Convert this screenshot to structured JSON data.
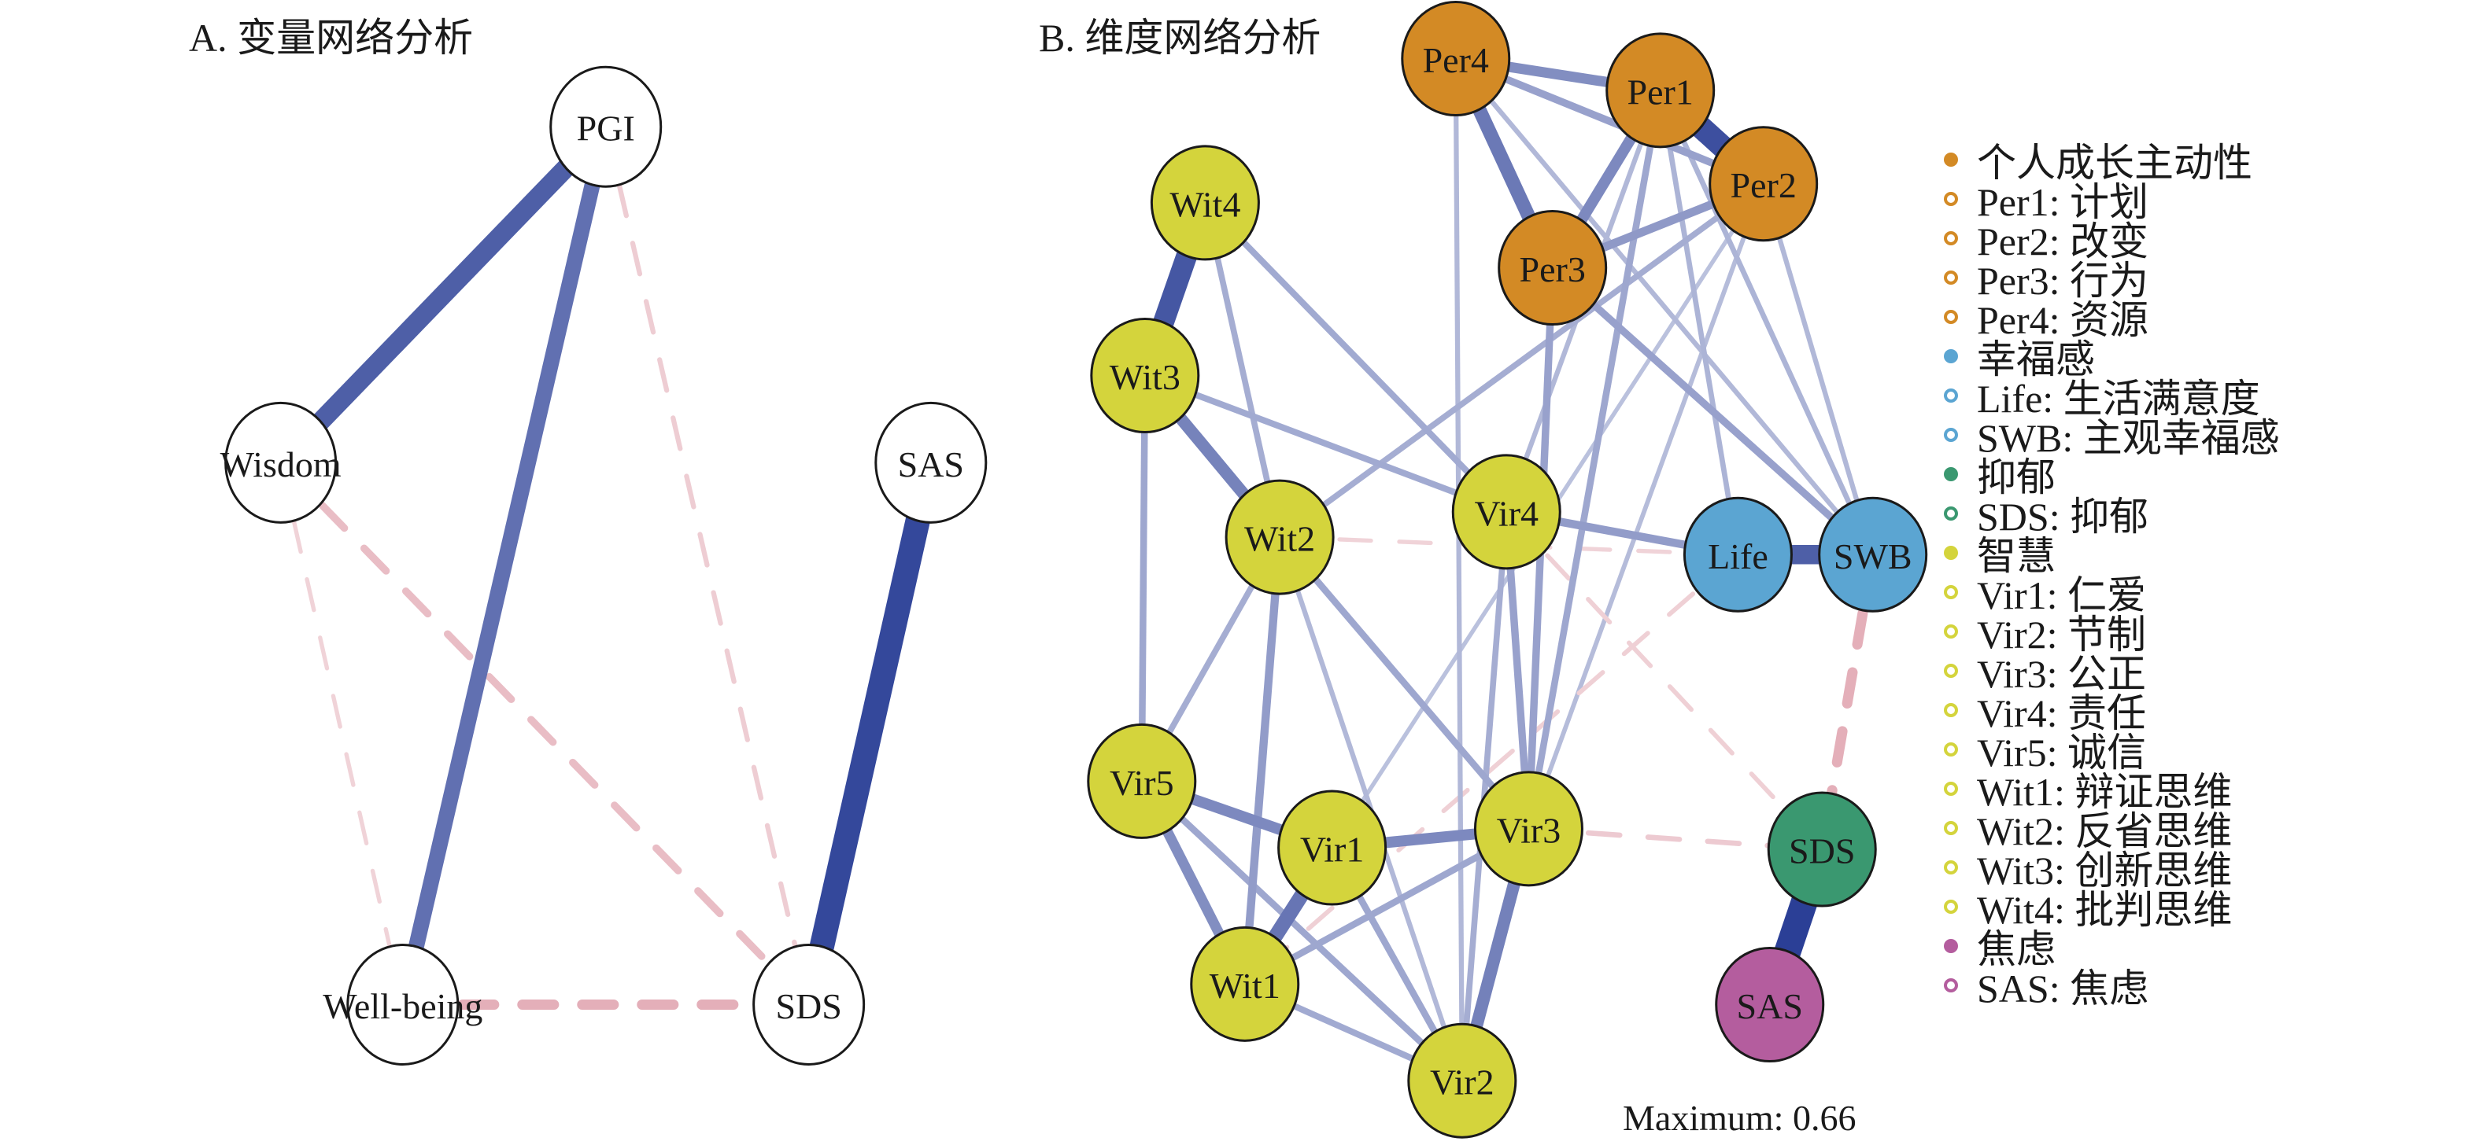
{
  "panels": {
    "a_title": "A. 变量网络分析",
    "b_title": "B. 维度网络分析"
  },
  "max_label": "Maximum: 0.66",
  "colors": {
    "positive_edge": "#2B3F96",
    "negative_edge": "#D27788",
    "node_outline": "#1a1a1a",
    "panel_a_node_fill": "#ffffff",
    "group_personal_growth": "#D38A25",
    "group_wellbeing": "#5BA5D2",
    "group_depression": "#3A9870",
    "group_wisdom": "#D4D43C",
    "group_anxiety": "#B45D9E"
  },
  "legend": [
    {
      "label": "个人成长主动性",
      "color": "#D38A25",
      "style": "filled"
    },
    {
      "label": "Per1: 计划",
      "color": "#D38A25",
      "style": "hollow"
    },
    {
      "label": "Per2: 改变",
      "color": "#D38A25",
      "style": "hollow"
    },
    {
      "label": "Per3: 行为",
      "color": "#D38A25",
      "style": "hollow"
    },
    {
      "label": "Per4: 资源",
      "color": "#D38A25",
      "style": "hollow"
    },
    {
      "label": "幸福感",
      "color": "#5BA5D2",
      "style": "filled"
    },
    {
      "label": "Life: 生活满意度",
      "color": "#5BA5D2",
      "style": "hollow"
    },
    {
      "label": "SWB: 主观幸福感",
      "color": "#5BA5D2",
      "style": "hollow"
    },
    {
      "label": "抑郁",
      "color": "#3A9870",
      "style": "filled"
    },
    {
      "label": "SDS: 抑郁",
      "color": "#3A9870",
      "style": "hollow"
    },
    {
      "label": "智慧",
      "color": "#D4D43C",
      "style": "filled"
    },
    {
      "label": "Vir1: 仁爱",
      "color": "#D4D43C",
      "style": "hollow"
    },
    {
      "label": "Vir2: 节制",
      "color": "#D4D43C",
      "style": "hollow"
    },
    {
      "label": "Vir3: 公正",
      "color": "#D4D43C",
      "style": "hollow"
    },
    {
      "label": "Vir4: 责任",
      "color": "#D4D43C",
      "style": "hollow"
    },
    {
      "label": "Vir5: 诚信",
      "color": "#D4D43C",
      "style": "hollow"
    },
    {
      "label": "Wit1: 辩证思维",
      "color": "#D4D43C",
      "style": "hollow"
    },
    {
      "label": "Wit2: 反省思维",
      "color": "#D4D43C",
      "style": "hollow"
    },
    {
      "label": "Wit3: 创新思维",
      "color": "#D4D43C",
      "style": "hollow"
    },
    {
      "label": "Wit4: 批判思维",
      "color": "#D4D43C",
      "style": "hollow"
    },
    {
      "label": "焦虑",
      "color": "#B45D9E",
      "style": "filled"
    },
    {
      "label": "SAS: 焦虑",
      "color": "#B45D9E",
      "style": "hollow"
    }
  ],
  "chart_data": [
    {
      "type": "network",
      "title": "A. 变量网络分析",
      "max_weight": 0.66,
      "nodes": [
        {
          "id": "PGI",
          "label": "PGI",
          "group": "none"
        },
        {
          "id": "Wisdom",
          "label": "Wisdom",
          "group": "none"
        },
        {
          "id": "SAS",
          "label": "SAS",
          "group": "none"
        },
        {
          "id": "Well-being",
          "label": "Well-being",
          "group": "none"
        },
        {
          "id": "SDS",
          "label": "SDS",
          "group": "none"
        }
      ],
      "edges": [
        {
          "from": "PGI",
          "to": "Wisdom",
          "weight": 0.45
        },
        {
          "from": "PGI",
          "to": "Well-being",
          "weight": 0.35
        },
        {
          "from": "PGI",
          "to": "SDS",
          "weight": -0.05
        },
        {
          "from": "Wisdom",
          "to": "Well-being",
          "weight": -0.03
        },
        {
          "from": "Wisdom",
          "to": "SDS",
          "weight": -0.12
        },
        {
          "from": "SAS",
          "to": "SDS",
          "weight": 0.6
        },
        {
          "from": "Well-being",
          "to": "SDS",
          "weight": -0.2
        }
      ]
    },
    {
      "type": "network",
      "title": "B. 维度网络分析",
      "max_weight": 0.66,
      "nodes": [
        {
          "id": "Per1",
          "label": "Per1",
          "group": "personal_growth"
        },
        {
          "id": "Per2",
          "label": "Per2",
          "group": "personal_growth"
        },
        {
          "id": "Per3",
          "label": "Per3",
          "group": "personal_growth"
        },
        {
          "id": "Per4",
          "label": "Per4",
          "group": "personal_growth"
        },
        {
          "id": "Life",
          "label": "Life",
          "group": "wellbeing"
        },
        {
          "id": "SWB",
          "label": "SWB",
          "group": "wellbeing"
        },
        {
          "id": "SDS",
          "label": "SDS",
          "group": "depression"
        },
        {
          "id": "Vir1",
          "label": "Vir1",
          "group": "wisdom"
        },
        {
          "id": "Vir2",
          "label": "Vir2",
          "group": "wisdom"
        },
        {
          "id": "Vir3",
          "label": "Vir3",
          "group": "wisdom"
        },
        {
          "id": "Vir4",
          "label": "Vir4",
          "group": "wisdom"
        },
        {
          "id": "Vir5",
          "label": "Vir5",
          "group": "wisdom"
        },
        {
          "id": "Wit1",
          "label": "Wit1",
          "group": "wisdom"
        },
        {
          "id": "Wit2",
          "label": "Wit2",
          "group": "wisdom"
        },
        {
          "id": "Wit3",
          "label": "Wit3",
          "group": "wisdom"
        },
        {
          "id": "Wit4",
          "label": "Wit4",
          "group": "wisdom"
        },
        {
          "id": "SAS",
          "label": "SAS",
          "group": "anxiety"
        }
      ],
      "edges": [
        {
          "from": "Per1",
          "to": "Per2",
          "weight": 0.55
        },
        {
          "from": "Per4",
          "to": "Per1",
          "weight": 0.2
        },
        {
          "from": "Per4",
          "to": "Per2",
          "weight": 0.12
        },
        {
          "from": "Per4",
          "to": "Per3",
          "weight": 0.3
        },
        {
          "from": "Per1",
          "to": "Per3",
          "weight": 0.22
        },
        {
          "from": "Per2",
          "to": "Per3",
          "weight": 0.15
        },
        {
          "from": "Per4",
          "to": "Vir2",
          "weight": 0.05
        },
        {
          "from": "Per4",
          "to": "SWB",
          "weight": 0.05
        },
        {
          "from": "Per1",
          "to": "Vir3",
          "weight": 0.1
        },
        {
          "from": "Per1",
          "to": "Life",
          "weight": 0.06
        },
        {
          "from": "Per1",
          "to": "SWB",
          "weight": 0.06
        },
        {
          "from": "Per1",
          "to": "Vir4",
          "weight": 0.05
        },
        {
          "from": "Per2",
          "to": "SWB",
          "weight": 0.05
        },
        {
          "from": "Per2",
          "to": "Wit2",
          "weight": 0.08
        },
        {
          "from": "Per2",
          "to": "Vir3",
          "weight": 0.04
        },
        {
          "from": "Per3",
          "to": "SWB",
          "weight": 0.12
        },
        {
          "from": "Per3",
          "to": "Vir3",
          "weight": 0.12
        },
        {
          "from": "Wit4",
          "to": "Wit3",
          "weight": 0.5
        },
        {
          "from": "Wit4",
          "to": "Wit2",
          "weight": 0.08
        },
        {
          "from": "Wit4",
          "to": "Vir4",
          "weight": 0.09
        },
        {
          "from": "Wit3",
          "to": "Wit2",
          "weight": 0.25
        },
        {
          "from": "Wit3",
          "to": "Vir4",
          "weight": 0.09
        },
        {
          "from": "Wit3",
          "to": "Vir5",
          "weight": 0.1
        },
        {
          "from": "Wit2",
          "to": "Wit1",
          "weight": 0.14
        },
        {
          "from": "Wit2",
          "to": "Vir5",
          "weight": 0.08
        },
        {
          "from": "Wit2",
          "to": "Vir3",
          "weight": 0.1
        },
        {
          "from": "Wit2",
          "to": "Vir2",
          "weight": 0.05
        },
        {
          "from": "Wit2",
          "to": "Life",
          "weight": -0.03
        },
        {
          "from": "Vir4",
          "to": "Life",
          "weight": 0.14
        },
        {
          "from": "Vir4",
          "to": "Vir3",
          "weight": 0.12
        },
        {
          "from": "Vir4",
          "to": "Vir2",
          "weight": 0.08
        },
        {
          "from": "Vir4",
          "to": "SDS",
          "weight": -0.04
        },
        {
          "from": "Life",
          "to": "SWB",
          "weight": 0.45
        },
        {
          "from": "Life",
          "to": "Wit1",
          "weight": -0.04
        },
        {
          "from": "SWB",
          "to": "SDS",
          "weight": -0.2
        },
        {
          "from": "Vir5",
          "to": "Vir1",
          "weight": 0.22
        },
        {
          "from": "Vir5",
          "to": "Wit1",
          "weight": 0.2
        },
        {
          "from": "Vir5",
          "to": "Vir2",
          "weight": 0.1
        },
        {
          "from": "Vir1",
          "to": "Vir3",
          "weight": 0.22
        },
        {
          "from": "Vir1",
          "to": "Wit1",
          "weight": 0.32
        },
        {
          "from": "Vir1",
          "to": "Vir2",
          "weight": 0.1
        },
        {
          "from": "Vir1",
          "to": "Per2",
          "weight": 0.03
        },
        {
          "from": "Vir3",
          "to": "Vir2",
          "weight": 0.26
        },
        {
          "from": "Vir3",
          "to": "Wit1",
          "weight": 0.1
        },
        {
          "from": "Vir3",
          "to": "SDS",
          "weight": -0.06
        },
        {
          "from": "Wit1",
          "to": "Vir2",
          "weight": 0.09
        },
        {
          "from": "SDS",
          "to": "SAS",
          "weight": 0.66
        }
      ]
    }
  ]
}
